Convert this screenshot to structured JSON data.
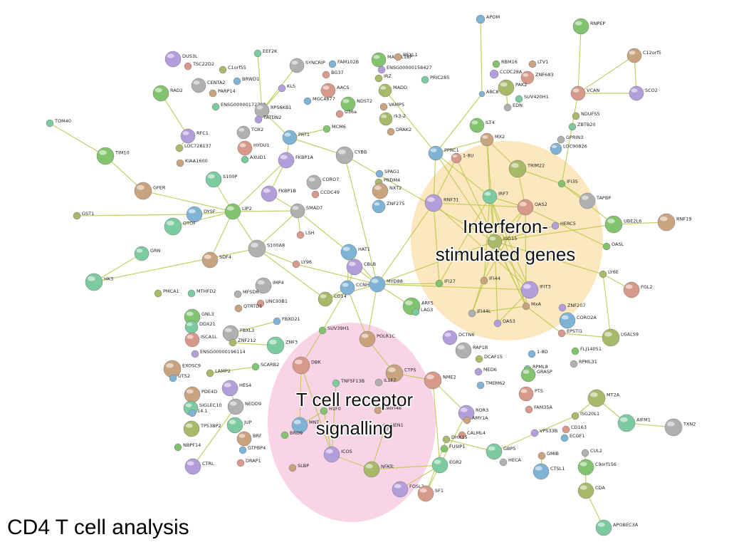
{
  "title": "CD4 T cell analysis",
  "clusters": [
    {
      "id": "ifn",
      "label_lines": [
        "Interferon-",
        "stimulated genes"
      ],
      "color": "#fbe3b3"
    },
    {
      "id": "tcr",
      "label_lines": [
        "T cell receptor",
        "signalling"
      ],
      "color": "#f8cde3"
    }
  ],
  "colors": {
    "edge": "#b7c94a",
    "node_palette": [
      "#7fb3d5",
      "#82c36e",
      "#c9a27e",
      "#b39ddb",
      "#d79a8a",
      "#a9b96a",
      "#7ccaa0",
      "#b0b0b0"
    ]
  },
  "nodes": [
    {
      "label": "APOM"
    },
    {
      "label": "RNPEP"
    },
    {
      "label": "C12orf5"
    },
    {
      "label": "SCO2"
    },
    {
      "label": "VCAN"
    },
    {
      "label": "NDUFS5"
    },
    {
      "label": "ZBTB20"
    },
    {
      "label": "GPRIN3"
    },
    {
      "label": "LOC90826"
    },
    {
      "label": "RBM16"
    },
    {
      "label": "LTV1"
    },
    {
      "label": "CCDC28A"
    },
    {
      "label": "ZNF683"
    },
    {
      "label": "PAK2"
    },
    {
      "label": "SUV420H1"
    },
    {
      "label": "EDN"
    },
    {
      "label": "ABC8"
    },
    {
      "label": "ILT4"
    },
    {
      "label": "MX2"
    },
    {
      "label": "DUS3L"
    },
    {
      "label": "TSC22D2"
    },
    {
      "label": "C1orf55"
    },
    {
      "label": "EEF2K"
    },
    {
      "label": "SYNCRIP"
    },
    {
      "label": "FAM102B"
    },
    {
      "label": "MAD2L1BP"
    },
    {
      "label": "BEXL1"
    },
    {
      "label": "ENSG00000158427"
    },
    {
      "label": "BG37"
    },
    {
      "label": "IRZ"
    },
    {
      "label": "PRIC285"
    },
    {
      "label": "CENTA2"
    },
    {
      "label": "BRWD1"
    },
    {
      "label": "RAD2"
    },
    {
      "label": "PARP14"
    },
    {
      "label": "KLS"
    },
    {
      "label": "AACS"
    },
    {
      "label": "MADD"
    },
    {
      "label": "ENSG00000172782"
    },
    {
      "label": "RPS6KB1"
    },
    {
      "label": "MGC4677"
    },
    {
      "label": "NDST2"
    },
    {
      "label": "VAMP5"
    },
    {
      "label": "TATDN2"
    },
    {
      "label": "U36a"
    },
    {
      "label": "rk3-2"
    },
    {
      "label": "TOM40"
    },
    {
      "label": "TOX2"
    },
    {
      "label": "PRT1"
    },
    {
      "label": "MCM6"
    },
    {
      "label": "DRAK2"
    },
    {
      "label": "RFC1"
    },
    {
      "label": "HYOU1"
    },
    {
      "label": "LOC728137"
    },
    {
      "label": "AXUD1"
    },
    {
      "label": "CYBB"
    },
    {
      "label": "PPRC1"
    },
    {
      "label": "TIM10"
    },
    {
      "label": "KIAA1600"
    },
    {
      "label": "FKBP1A"
    },
    {
      "label": "1-8U"
    },
    {
      "label": "TRIM22"
    },
    {
      "label": "S100P"
    },
    {
      "label": "CORO7"
    },
    {
      "label": "SPAG1"
    },
    {
      "label": "IFI35"
    },
    {
      "label": "GFER"
    },
    {
      "label": "FKBP1B"
    },
    {
      "label": "CCDC49"
    },
    {
      "label": "PRDM4"
    },
    {
      "label": "IRF7"
    },
    {
      "label": "TAPBP"
    },
    {
      "label": "DYSF"
    },
    {
      "label": "LIP2"
    },
    {
      "label": "NXT2"
    },
    {
      "label": "RNF31"
    },
    {
      "label": "OAS2"
    },
    {
      "label": "GST1"
    },
    {
      "label": "OTOF"
    },
    {
      "label": "SMAD7"
    },
    {
      "label": "ZNF275"
    },
    {
      "label": "UBE2L6"
    },
    {
      "label": "RNF19"
    },
    {
      "label": "HERC5"
    },
    {
      "label": "LSH"
    },
    {
      "label": "ISG15"
    },
    {
      "label": "GRN"
    },
    {
      "label": "S100A8"
    },
    {
      "label": "HAT1"
    },
    {
      "label": "OASL"
    },
    {
      "label": "SDF4"
    },
    {
      "label": "CBLB"
    },
    {
      "label": "LY96"
    },
    {
      "label": "LY6E"
    },
    {
      "label": "HK3"
    },
    {
      "label": "IMP4"
    },
    {
      "label": "MYD88"
    },
    {
      "label": "IFI27"
    },
    {
      "label": "IFI44"
    },
    {
      "label": "IFIT3"
    },
    {
      "label": "FGL2"
    },
    {
      "label": "PMCA1"
    },
    {
      "label": "MTHFD2"
    },
    {
      "label": "MFSD6"
    },
    {
      "label": "CCNH"
    },
    {
      "label": "ARF5"
    },
    {
      "label": "MxA"
    },
    {
      "label": "ZNF207"
    },
    {
      "label": "UNC93B1"
    },
    {
      "label": "CD14"
    },
    {
      "label": "LAG3"
    },
    {
      "label": "IFI44L"
    },
    {
      "label": "CORO2A"
    },
    {
      "label": "GNL3"
    },
    {
      "label": "QTRTD1"
    },
    {
      "label": "OAS3"
    },
    {
      "label": "EPSTI1"
    },
    {
      "label": "LGALS9"
    },
    {
      "label": "DDX21"
    },
    {
      "label": "FBXL3"
    },
    {
      "label": "FBXO21"
    },
    {
      "label": "SUV39H1"
    },
    {
      "label": "POLR1C"
    },
    {
      "label": "DCTN6"
    },
    {
      "label": "ISCA1L"
    },
    {
      "label": "ZNF212"
    },
    {
      "label": "ZNF3"
    },
    {
      "label": "RAP1B"
    },
    {
      "label": "1-8D"
    },
    {
      "label": "FLJ14051"
    },
    {
      "label": "EXOSC9"
    },
    {
      "label": "ENSG00000196114"
    },
    {
      "label": "DBK"
    },
    {
      "label": "DCAF15"
    },
    {
      "label": "RPML8"
    },
    {
      "label": "RPML31"
    },
    {
      "label": "UTS2"
    },
    {
      "label": "SCARB2"
    },
    {
      "label": "CTPS"
    },
    {
      "label": "MED6"
    },
    {
      "label": "NME2"
    },
    {
      "label": "LAMP2"
    },
    {
      "label": "TNFSF13B"
    },
    {
      "label": "IL1F7"
    },
    {
      "label": "TMEM62"
    },
    {
      "label": "GRASP"
    },
    {
      "label": "PDE4D"
    },
    {
      "label": "HES4"
    },
    {
      "label": "PTS"
    },
    {
      "label": "MT2A"
    },
    {
      "label": "SIGLEC10"
    },
    {
      "label": "NEDD9"
    },
    {
      "label": "MNT"
    },
    {
      "label": "H1F0"
    },
    {
      "label": "C9orf48"
    },
    {
      "label": "ROR3"
    },
    {
      "label": "FAM35A"
    },
    {
      "label": "ISG20L1"
    },
    {
      "label": "AIFM1"
    },
    {
      "label": "TXN2"
    },
    {
      "label": "14.1"
    },
    {
      "label": "BRD9"
    },
    {
      "label": "AMY1A"
    },
    {
      "label": "VPS33B"
    },
    {
      "label": "CD163"
    },
    {
      "label": "TP53BP2"
    },
    {
      "label": "JUP"
    },
    {
      "label": "MEN1"
    },
    {
      "label": "ECGF1"
    },
    {
      "label": "NBPF14"
    },
    {
      "label": "BRF"
    },
    {
      "label": "ICOS"
    },
    {
      "label": "CALML4"
    },
    {
      "label": "DHX15"
    },
    {
      "label": "GBP5"
    },
    {
      "label": "CUL2"
    },
    {
      "label": "GTPBP4"
    },
    {
      "label": "FUSIP1"
    },
    {
      "label": "GMIB"
    },
    {
      "label": "CTRL"
    },
    {
      "label": "DRAP1"
    },
    {
      "label": "NFATc"
    },
    {
      "label": "EGR2"
    },
    {
      "label": "HECA"
    },
    {
      "label": "CTSL1"
    },
    {
      "label": "C9orf156"
    },
    {
      "label": "SLBP"
    },
    {
      "label": "FOSL2"
    },
    {
      "label": "SF1"
    },
    {
      "label": "CDA"
    },
    {
      "label": "APOBEC3A"
    }
  ]
}
